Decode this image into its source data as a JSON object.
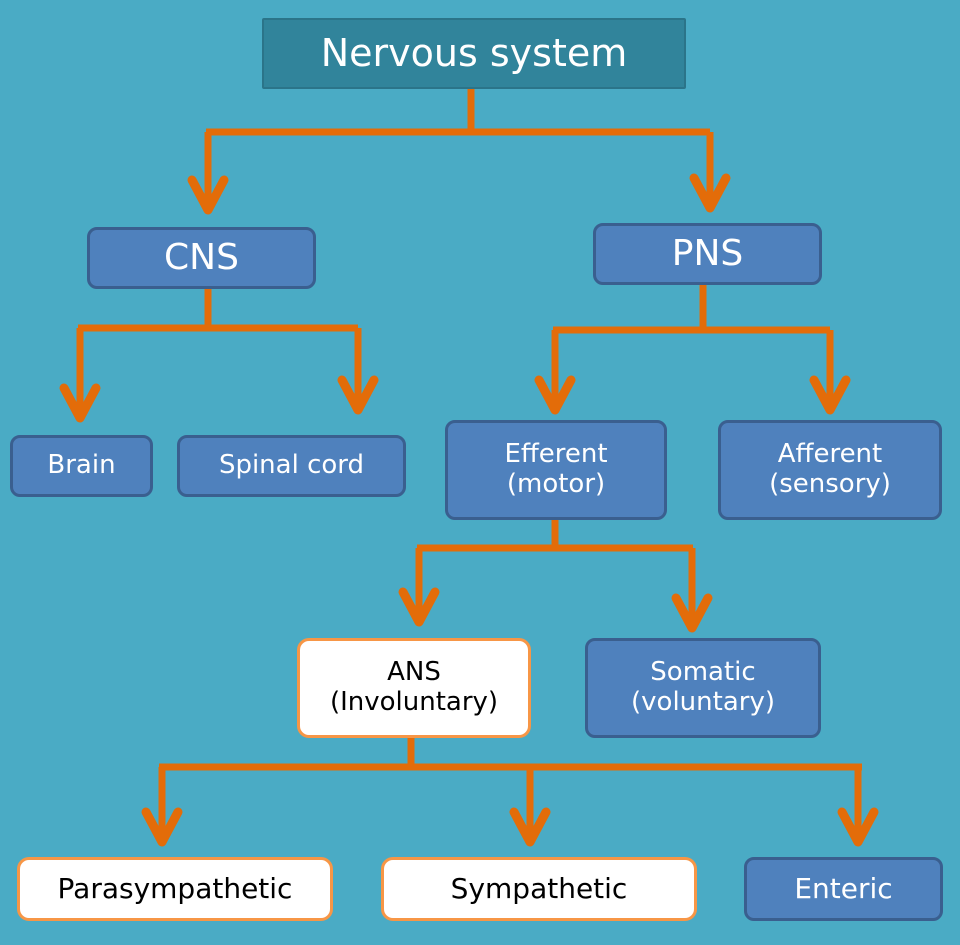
{
  "title": "Nervous system",
  "colors": {
    "background": "#4aabc5",
    "root_fill": "#31849b",
    "node_blue": "#4f81bd",
    "node_white": "#ffffff",
    "node_white_border": "#f79646",
    "connector": "#e36c09"
  },
  "nodes": {
    "root": {
      "label": "Nervous system"
    },
    "cns": {
      "label": "CNS"
    },
    "pns": {
      "label": "PNS"
    },
    "brain": {
      "label": "Brain"
    },
    "spinal_cord": {
      "label": "Spinal  cord"
    },
    "efferent": {
      "label": "Efferent\n(motor)"
    },
    "afferent": {
      "label": "Afferent\n(sensory)"
    },
    "ans": {
      "label": "ANS\n(Involuntary)"
    },
    "somatic": {
      "label": "Somatic\n(voluntary)"
    },
    "parasympathetic": {
      "label": "Parasympathetic"
    },
    "sympathetic": {
      "label": "Sympathetic"
    },
    "enteric": {
      "label": "Enteric"
    }
  },
  "edges": [
    [
      "root",
      "cns"
    ],
    [
      "root",
      "pns"
    ],
    [
      "cns",
      "brain"
    ],
    [
      "cns",
      "spinal_cord"
    ],
    [
      "pns",
      "efferent"
    ],
    [
      "pns",
      "afferent"
    ],
    [
      "efferent",
      "ans"
    ],
    [
      "efferent",
      "somatic"
    ],
    [
      "ans",
      "parasympathetic"
    ],
    [
      "ans",
      "sympathetic"
    ],
    [
      "ans",
      "enteric"
    ]
  ]
}
